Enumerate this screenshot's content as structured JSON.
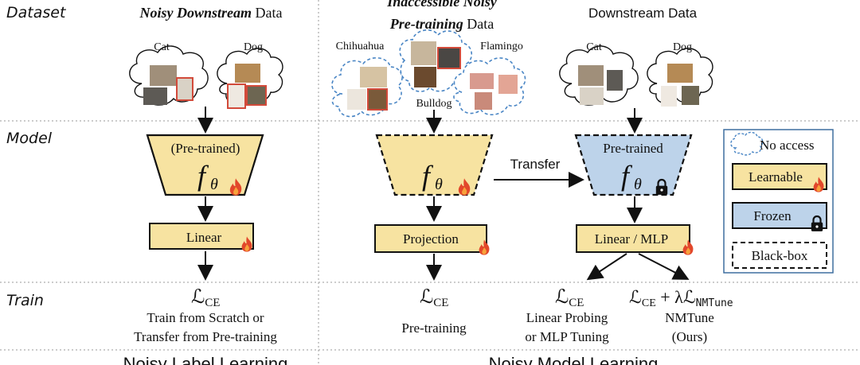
{
  "rows": {
    "dataset": "Dataset",
    "model": "Model",
    "train": "Train"
  },
  "left": {
    "title_bold": "Noisy Downstream",
    "title_rest": " Data",
    "cloud1_label": "Cat",
    "cloud2_label": "Dog",
    "model_text": "(Pre-trained)",
    "f_symbol": "f",
    "theta": "θ",
    "head": "Linear",
    "loss": "ℒ",
    "loss_sub": "CE",
    "desc_line1": "Train from Scratch or",
    "desc_line2": "Transfer from Pre-training",
    "section": "Noisy Label Learning"
  },
  "middle": {
    "title_line1": "Inaccessible Noisy",
    "title_line2_bold": "Pre-training",
    "title_line2_rest": " Data",
    "cloud_label_left": "Chihuahua",
    "cloud_label_right": "Flamingo",
    "cloud_label_bottom": "Bulldog",
    "head": "Projection",
    "loss": "ℒ",
    "loss_sub": "CE",
    "desc": "Pre-training",
    "transfer": "Transfer"
  },
  "right": {
    "title": "Downstream Data",
    "cloud1_label": "Cat",
    "cloud2_label": "Dog",
    "model_text": "Pre-trained",
    "head": "Linear / MLP",
    "loss1": "ℒ",
    "loss1_sub": "CE",
    "desc1_line1": "Linear Probing",
    "desc1_line2": "or MLP Tuning",
    "loss2_main": "ℒ",
    "loss2_sub": "CE",
    "loss2_mid": " + λℒ",
    "loss2_sub2": "NMTune",
    "desc2_line1": "NMTune",
    "desc2_line2": "(Ours)",
    "section": "Noisy Model Learning"
  },
  "legend": {
    "no_access": "No access",
    "learnable": "Learnable",
    "frozen": "Frozen",
    "black_box": "Black-box"
  },
  "colors": {
    "learnable": "#f7e3a1",
    "frozen": "#bdd3ea",
    "cloud_dashed": "#4a86c5",
    "fire": "#e2472b",
    "legend_border": "#3f6f9f"
  },
  "icons": [
    "fire-icon",
    "lock-icon",
    "cloud-icon"
  ]
}
